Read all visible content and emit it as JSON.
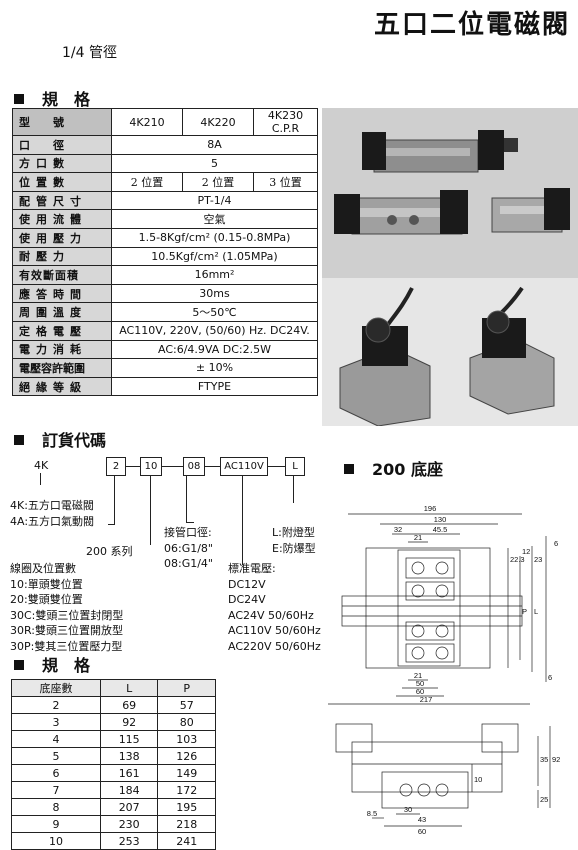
{
  "page": {
    "title": "五口二位電磁閥",
    "subtitle": "1/4 管徑"
  },
  "spec": {
    "heading": "規　格",
    "header": {
      "label": "型　號",
      "models": [
        "4K210",
        "4K220",
        "4K230 C.P.R"
      ]
    },
    "rows": [
      {
        "label": "口　徑",
        "value": "8A"
      },
      {
        "label": "方口數",
        "value": "5"
      },
      {
        "label": "位置數",
        "values": [
          "2 位置",
          "2 位置",
          "3 位置"
        ]
      },
      {
        "label": "配管尺寸",
        "value": "PT-1/4"
      },
      {
        "label": "使用流體",
        "value": "空氣"
      },
      {
        "label": "使用壓力",
        "value": "1.5-8Kgf/cm² (0.15-0.8MPa)"
      },
      {
        "label": "耐壓力",
        "value": "10.5Kgf/cm² (1.05MPa)"
      },
      {
        "label": "有效斷面積",
        "value": "16mm²"
      },
      {
        "label": "應答時間",
        "value": "30ms"
      },
      {
        "label": "周圍溫度",
        "value": "5～50℃"
      },
      {
        "label": "定格電壓",
        "value": "AC110V, 220V, (50/60) Hz. DC24V."
      },
      {
        "label": "電力消耗",
        "value": "AC:6/4.9VA DC:2.5W"
      },
      {
        "label": "電壓容許範圍",
        "value": "± 10%"
      },
      {
        "label": "絕緣等級",
        "value": "FTYPE"
      }
    ]
  },
  "order": {
    "heading": "訂貨代碼",
    "prefix": "4K",
    "codes": [
      "2",
      "10",
      "08",
      "AC110V",
      "L"
    ],
    "series_desc": "4K:五方口電磁閥\n4A:五方口氣動閥",
    "series": "200 系列",
    "coil_desc": "線圈及位置數\n10:單頭雙位置\n20:雙頭雙位置\n30C:雙頭三位置封閉型\n30R:雙頭三位置開放型\n30P:雙其三位置壓力型",
    "port_desc": "接管口徑:\n06:G1/8\"\n08:G1/4\"",
    "voltage_desc": "標准電壓:\nDC12V\nDC24V\nAC24V 50/60Hz\nAC110V 50/60Hz\nAC220V 50/60Hz",
    "lamp_desc": "L:附燈型\nE:防爆型"
  },
  "size": {
    "heading": "規　格",
    "headers": [
      "底座數",
      "L",
      "P"
    ],
    "rows": [
      [
        "2",
        "69",
        "57"
      ],
      [
        "3",
        "92",
        "80"
      ],
      [
        "4",
        "115",
        "103"
      ],
      [
        "5",
        "138",
        "126"
      ],
      [
        "6",
        "161",
        "149"
      ],
      [
        "7",
        "184",
        "172"
      ],
      [
        "8",
        "207",
        "195"
      ],
      [
        "9",
        "230",
        "218"
      ],
      [
        "10",
        "253",
        "241"
      ]
    ]
  },
  "base": {
    "heading": "200 底座",
    "dims": {
      "w196": "196",
      "w130": "130",
      "w32": "32",
      "w45_5": "45.5",
      "w21t": "21",
      "v6": "6",
      "v23": "23",
      "v12": "12",
      "v22_3": "22.3",
      "P": "P",
      "L": "L",
      "w21b": "21",
      "w50": "50",
      "w60": "60",
      "w217": "217",
      "v6b": "6",
      "v35": "35",
      "v92": "92",
      "v25": "25",
      "v10": "10",
      "w30": "30",
      "w8_5": "8.5",
      "w43": "43",
      "w60b": "60"
    }
  }
}
